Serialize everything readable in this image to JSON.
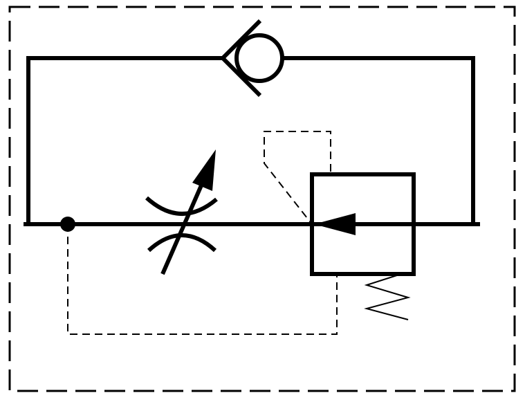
{
  "diagram": {
    "type": "hydraulic-schematic",
    "components": [
      {
        "name": "enclosure-boundary",
        "style": "dashed"
      },
      {
        "name": "check-valve",
        "symbol": "ball-and-seat"
      },
      {
        "name": "adjustable-throttle-valve",
        "symbol": "variable-orifice-with-arrow"
      },
      {
        "name": "pressure-compensator-valve",
        "symbol": "square-with-flow-arrow-and-spring"
      },
      {
        "name": "pilot-line",
        "style": "dashed"
      },
      {
        "name": "junction-dot"
      }
    ],
    "colors": {
      "line": "#000000",
      "background": "#ffffff"
    }
  }
}
